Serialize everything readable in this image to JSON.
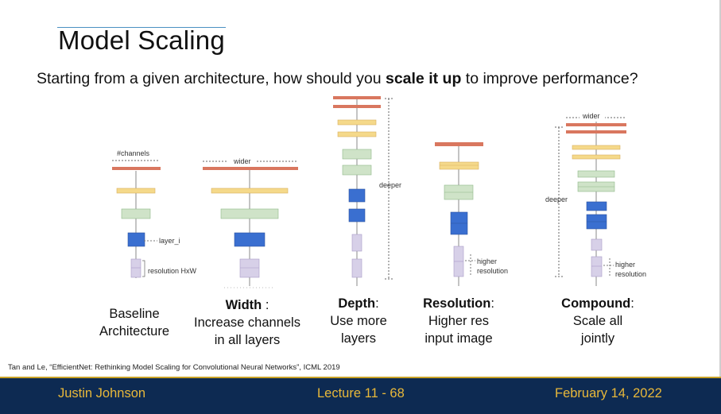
{
  "slide": {
    "title": "Model Scaling",
    "subtitle_pre": "Starting from a given architecture, how should you ",
    "subtitle_bold": "scale it up",
    "subtitle_post": " to improve performance?"
  },
  "diagram_labels": {
    "channels": "#channels",
    "layer_i": "layer_i",
    "resolution_hw": "resolution HxW",
    "wider": "wider",
    "deeper": "deeper",
    "higher": "higher",
    "resolution": "resolution"
  },
  "captions": {
    "baseline": {
      "line1": "Baseline",
      "line2": "Architecture"
    },
    "width": {
      "bold": "Width",
      "suffix": " :",
      "line2": "Increase channels",
      "line3": "in all layers"
    },
    "depth": {
      "bold": "Depth",
      "suffix": ":",
      "line2": "Use more",
      "line3": "layers"
    },
    "resolution": {
      "bold": "Resolution",
      "suffix": ":",
      "line2": "Higher res",
      "line3": "input image"
    },
    "compound": {
      "bold": "Compound",
      "suffix": ":",
      "line2": "Scale all",
      "line3": "jointly"
    }
  },
  "citation": "Tan and Le, “EfficientNet: Rethinking Model Scaling for Convolutional Neural Networks”, ICML 2019",
  "footer": {
    "author": "Justin Johnson",
    "lecture": "Lecture 11 - 68",
    "date": "February 14, 2022"
  },
  "colors": {
    "red_layer": "#d9775f",
    "yellow_layer": "#f5d98a",
    "green_layer": "#cfe3c8",
    "blue_layer": "#3a6fd0",
    "lavender_layer": "#d7d0e8",
    "footer_bg": "#0d2a52",
    "footer_text": "#e8b83a"
  }
}
